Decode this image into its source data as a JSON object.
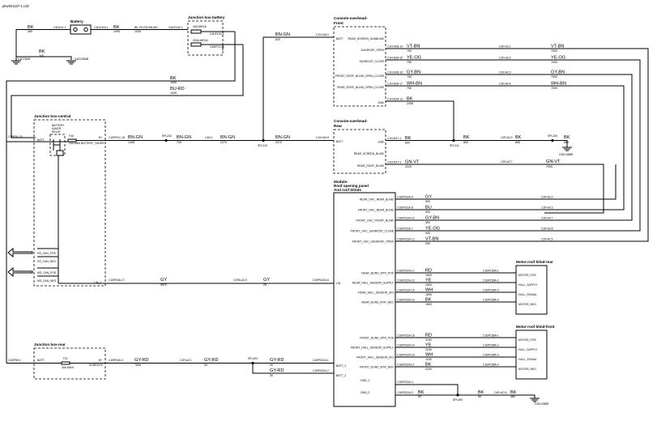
{
  "doc_id": "pkw601157-1.cd3",
  "battery": {
    "title": "Battery",
    "conn_bk": "C4D101-1",
    "conn_bk_right": "C4D102A-1",
    "conn_gnd": "C4D78AB",
    "conn_gnd2": "G4D108AB",
    "gnd_wire": "BK",
    "gnd_code": "240"
  },
  "jb_battery": {
    "title": "Junction box-battery",
    "wire_in": "BK-YE-RD-BN-WH",
    "code_in": "1035",
    "conn_in": "C4DF104-1",
    "fuse1": "40A MEGA",
    "fuse2": "200A MEGA",
    "conn_f1": "C4DF100-2",
    "conn_f2": "C4BF07C-1",
    "out_wire": "BK",
    "out_code": "1090"
  },
  "top_left": {
    "wire": "BK",
    "code": "380"
  },
  "bu_rd": {
    "wire": "BU-RD",
    "code": "1035"
  },
  "jb_central": {
    "title": "Junction box-central",
    "c1": "C1BP01-20",
    "c2": "C1BP01C-19",
    "c3": "C1BP01D-3",
    "relay": [
      "BATTERY",
      "SAVER",
      "RELAY"
    ],
    "fuse": "F40",
    "fuse_rating": "25A MINI",
    "pin_label": "BATTERY_SAVER",
    "b_plus": "B+",
    "can_lines": [
      "HS_CAN_POS",
      "HS_CAN_NEG",
      "MS_CAN_POS",
      "MS_CAN_NEG"
    ],
    "lin_label": "LIN_1",
    "cnn": "C1BP15A-17"
  },
  "bn_gn_run": {
    "wire": "BN-GN",
    "seg1_code": "1495",
    "seg2_code": "700",
    "seg3_code": "2070",
    "splice1": "SPL232",
    "splice2": "SPL223",
    "conn1": "C1BP01C-19",
    "conn2": "C4N-1",
    "conn3": "C1N-VA13"
  },
  "bn_gn_up": {
    "wire": "BN-GN",
    "code": "620",
    "conn": "C1N-VA21"
  },
  "console_front": {
    "title": [
      "Console-overhead-",
      "Front"
    ],
    "batt_pin": "BATT",
    "rows": [
      {
        "pin": "REAR_SCREEN_SUNBLIND",
        "conn": "",
        "wire": "",
        "code": ""
      },
      {
        "pin": "SUNROOF_OPEN",
        "conn": "C1N-N28-14",
        "wire": "VT-BN",
        "code": "750"
      },
      {
        "pin": "SUNROOF_CLOSE",
        "conn": "C1N-N28-15",
        "wire": "YE-OG",
        "code": "750"
      },
      {
        "pin": "FRONT_ROOF_BLIND_OPEN_CLOSE",
        "conn": "C1N-N28-16",
        "wire": "GY-BN",
        "code": "750"
      },
      {
        "pin": "REAR_ROOF_BLIND_OPEN_CLOSE",
        "conn": "C1N-N28-17",
        "wire": "WH-BN",
        "code": "750"
      },
      {
        "pin": "GND",
        "conn": "C1N-N28-13",
        "wire": "BK",
        "code": "2495"
      }
    ],
    "mid_conns": [
      "C2R-AC1",
      "C2R-AC2",
      "C2R-AC3",
      "C2R-AC4"
    ],
    "right_wires": [
      {
        "wire": "VT-BN",
        "code": "7000"
      },
      {
        "wire": "YE-OG",
        "code": "7000"
      },
      {
        "wire": "GY-BN",
        "code": "7000"
      },
      {
        "wire": "WH-BN",
        "code": "7000"
      }
    ]
  },
  "console_rear": {
    "title": [
      "Console-overhead-",
      "Rear"
    ],
    "batt_pin": "BATT",
    "rows": [
      {
        "pin": "GND",
        "conn": "C1N-N27-1",
        "wire": "BK",
        "code": "800"
      },
      {
        "pin": "REAR_SCREEN_BLIND",
        "conn": "",
        "wire": "",
        "code": ""
      },
      {
        "pin": "REAR_ROOF_BLIND",
        "conn": "C1N-N27-3",
        "wire": "GN-VT",
        "code": "2220"
      }
    ],
    "gnd_right": {
      "wire": "BK",
      "code": "800",
      "splice": "SPL211"
    },
    "gnd_far": {
      "wire": "BK",
      "code": "865",
      "conn": "C2R-AC3",
      "splice": "SPL226",
      "ground": "G3D108BR"
    },
    "gnvt_far": {
      "wire": "GN-VT",
      "code": "7000",
      "conn": "C2R-AC7"
    }
  },
  "module": {
    "title": [
      "Module-",
      "Roof opening panel",
      "And roof blinds"
    ],
    "rows_top": [
      {
        "pin": "REAR_OHC_REAR_BLIND",
        "conn": "C1BP022A-9",
        "wire": "GY",
        "code": "900",
        "rconn": "C2R-AC2"
      },
      {
        "pin": "FRONT_OHC_REAR_BLIND",
        "conn": "C1BP022A-8",
        "wire": "BU",
        "code": "900",
        "rconn": "C2R-AC3"
      },
      {
        "pin": "FRONT_OHC_FRONT_BLIND",
        "conn": "C1BP022A-10",
        "wire": "GY-BN",
        "code": "900",
        "rconn": "C2R-AC7"
      },
      {
        "pin": "FRONT_OHC_SUNROOF_CLOSE",
        "conn": "C1BP022A-7",
        "wire": "YE-OG",
        "code": "900",
        "rconn": "C2R-AC8"
      },
      {
        "pin": "FRONT_OHC_SUNROOF_OPEN",
        "conn": "C1BP022A-12",
        "wire": "VT-BN",
        "code": "900",
        "rconn": "C2R-AC9"
      }
    ],
    "lin_pin": "LIN",
    "lin_conn": "C1BP022A-6",
    "rows_mid": [
      {
        "pin": "REAR_BLIND_MTR_POS",
        "conn": "C1BP022A-17",
        "wire": "RD",
        "code": "1500",
        "mconn": "C1BP156A-1"
      },
      {
        "pin": "REAR_HALL_SENSOR_SUPPLY",
        "conn": "C1BP022A-13",
        "wire": "YE",
        "code": "1500",
        "mconn": "C1BP156A-2"
      },
      {
        "pin": "REAR_HALL_SENSOR_SIG",
        "conn": "C1BP022A-15",
        "wire": "WH",
        "code": "1500",
        "mconn": "C1BP156A-3"
      },
      {
        "pin": "REAR_BLIND_MTR_NEG",
        "conn": "C1BP022A-16",
        "wire": "BK",
        "code": "1500",
        "mconn": "C1BP156A-4"
      }
    ],
    "rows_low": [
      {
        "pin": "FRONT_BLIND_MTR_POS",
        "conn": "C1BP022A-18",
        "wire": "RD",
        "code": "1150",
        "mconn": "C1BP158A-1"
      },
      {
        "pin": "FRONT_HALL_SENSOR_SUPPLY",
        "conn": "C1BP022A-14",
        "wire": "YE",
        "code": "1150",
        "mconn": "C1BP158A-2"
      },
      {
        "pin": "FRONT_HALL_SENSOR_SIG",
        "conn": "C1BP022A-16",
        "wire": "WH",
        "code": "1150",
        "mconn": "C1BP158A-3"
      },
      {
        "pin": "FRONT_BLIND_MTR_NEG",
        "conn": "C1BP022A-17",
        "wire": "BK",
        "code": "1150",
        "mconn": "C1BP158A-4"
      }
    ],
    "batt1": "BATT_1",
    "batt2": "BATT_2",
    "gnd1": "GND_1",
    "gnd2": "GND_2",
    "gnd_conn1": "C1BP022A-4",
    "gnd_conn2": "C1BP022A-3"
  },
  "gy_run": {
    "wire": "GY",
    "code1": "5570",
    "code2": "25",
    "conn": "C1BP15A-17",
    "conn_mid": "C1RA-AC2"
  },
  "motor_rear": {
    "title": "Motor-roof blind-rear",
    "pins": [
      "MOTOR_POS",
      "HALL_SUPPLY",
      "HALL_SIGNAL",
      "MOTOR_NEG"
    ]
  },
  "motor_front": {
    "title": "Motor-roof blind-front",
    "pins": [
      "MOTOR_POS",
      "HALL_SUPPLY",
      "HALL_SIGNAL",
      "MOTOR_NEG"
    ]
  },
  "jb_rear": {
    "title": "Junction box-rear",
    "c_left": "C1BP55-1",
    "fuse": "F21",
    "fuse_rating": "30A MAXI",
    "b_plus": "B+",
    "pin": "SUNROOF",
    "c_right": "C1BP04D-3"
  },
  "gy_rd_run": {
    "wire": "GY-RD",
    "code1": "7855",
    "code2": "90",
    "code3": "50",
    "conn_mid": "C2R-AC1",
    "splice": "SPL493",
    "conn_b1": "C1BP022A-1",
    "conn_b2": "C1BP022A-2"
  },
  "gnd_bottom": {
    "wire1": "BK",
    "code1": "50",
    "wire2": "BK",
    "code2": "50",
    "splice": "SPL490",
    "conn": "C4R-AC11",
    "ground": "G3D108BR",
    "wire3": "BK",
    "code3": "460"
  }
}
